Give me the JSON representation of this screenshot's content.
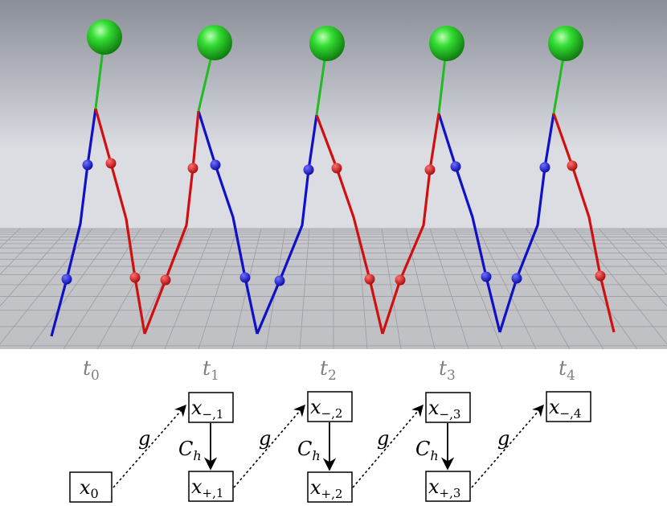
{
  "time_labels": [
    {
      "var": "t",
      "sub": "0"
    },
    {
      "var": "t",
      "sub": "1"
    },
    {
      "var": "t",
      "sub": "2"
    },
    {
      "var": "t",
      "sub": "3"
    },
    {
      "var": "t",
      "sub": "4"
    }
  ],
  "states": {
    "x0": {
      "var": "x",
      "sub": "0"
    },
    "xm1": {
      "var": "x",
      "sub": "−,1"
    },
    "xp1": {
      "var": "x",
      "sub": "+,1"
    },
    "xm2": {
      "var": "x",
      "sub": "−,2"
    },
    "xp2": {
      "var": "x",
      "sub": "+,2"
    },
    "xm3": {
      "var": "x",
      "sub": "−,3"
    },
    "xp3": {
      "var": "x",
      "sub": "+,3"
    },
    "xm4": {
      "var": "x",
      "sub": "−,4"
    }
  },
  "arrow_labels": {
    "g": "g",
    "impact_var": "C",
    "impact_sub": "h"
  },
  "colors": {
    "leg_left": "#1010c8",
    "leg_right": "#d01010",
    "torso": "#22bb22",
    "head": "#11b011",
    "time_label": "#808080"
  },
  "icons": {
    "head": "green-sphere",
    "joint_left": "blue-sphere",
    "joint_right": "red-sphere"
  }
}
